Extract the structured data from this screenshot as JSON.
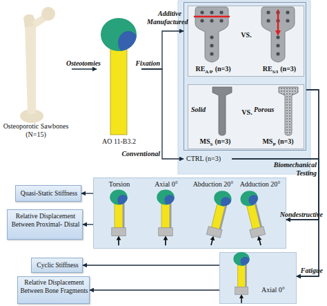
{
  "diagram": {
    "nodes": [
      {
        "text": [
          "Osteoporotic Sawbones (N=15)"
        ]
      },
      {
        "text": [
          "AO 11-B3.2"
        ]
      },
      {
        "text": [
          "Additive Manufactured"
        ]
      },
      {
        "text": [
          "VS."
        ],
        "in": 2
      },
      {
        "text": [
          "RE",
          "A/P",
          "(n=3)"
        ],
        "in": 3
      },
      {
        "text": [
          "RE",
          "S/I",
          "(n=3)"
        ],
        "in": 3
      },
      {
        "text": [
          "VS."
        ],
        "in": 2
      },
      {
        "text": [
          "Solid",
          "MS",
          "S",
          "(n=3)"
        ],
        "in": 6
      },
      {
        "text": [
          "Porous",
          "MS",
          "P",
          "(n=3)"
        ],
        "in": 6
      },
      {
        "text": [
          "CTRL (n=3)"
        ]
      },
      {
        "text": [
          "Torsion",
          "Axial 0°",
          "Abduction 20°",
          "Adduction 20°"
        ]
      },
      {
        "text": [
          "Quasi-Static Stiffness"
        ]
      },
      {
        "text": [
          "Relative Displacement Between Proximal- Distal"
        ]
      },
      {
        "text": [
          "Axial 0°"
        ]
      },
      {
        "text": [
          "Cyclic Stiffness"
        ]
      },
      {
        "text": [
          "Relative Displacement Between Bone Fragments"
        ]
      }
    ],
    "edges": [
      {
        "from": 0,
        "to": 1,
        "label": "Osteotomies",
        "arrow": "to"
      },
      {
        "from": 1,
        "to": 2,
        "label": "Fixation",
        "arrow": "to"
      },
      {
        "from": 1,
        "to": 9,
        "label": "Conventional",
        "arrow": "to"
      },
      {
        "from": 2,
        "to": 10,
        "label": "Nondestructive",
        "arrow": "to"
      },
      {
        "from": 9,
        "to": 10,
        "arrow": "to"
      },
      {
        "from": 2,
        "to": 13,
        "label": "Fatigue",
        "arrow": "to"
      },
      {
        "from": 9,
        "to": 13,
        "arrow": "to"
      },
      {
        "from": 10,
        "to": 11,
        "arrow": "to"
      },
      {
        "from": 10,
        "to": 12,
        "arrow": "to"
      },
      {
        "from": 13,
        "to": 14,
        "arrow": "to"
      },
      {
        "from": 13,
        "to": 15,
        "arrow": "to"
      }
    ],
    "labels": [
      "Biomechanical Testing"
    ]
  }
}
